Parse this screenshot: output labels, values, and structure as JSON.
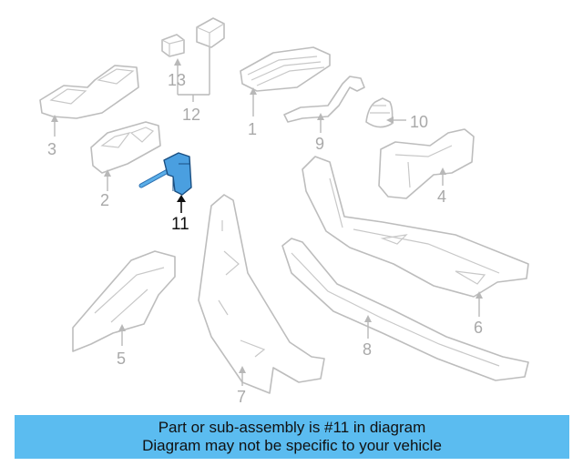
{
  "diagram": {
    "callouts": [
      "1",
      "2",
      "3",
      "4",
      "5",
      "6",
      "7",
      "8",
      "9",
      "10",
      "11",
      "12",
      "13"
    ],
    "highlight_callout": "11",
    "highlight_color": "#4a9fe0",
    "banner_color": "#5bbcf0"
  },
  "banner": {
    "line1": "Part or sub-assembly is #11 in diagram",
    "line2": "Diagram may not be specific to your vehicle"
  }
}
